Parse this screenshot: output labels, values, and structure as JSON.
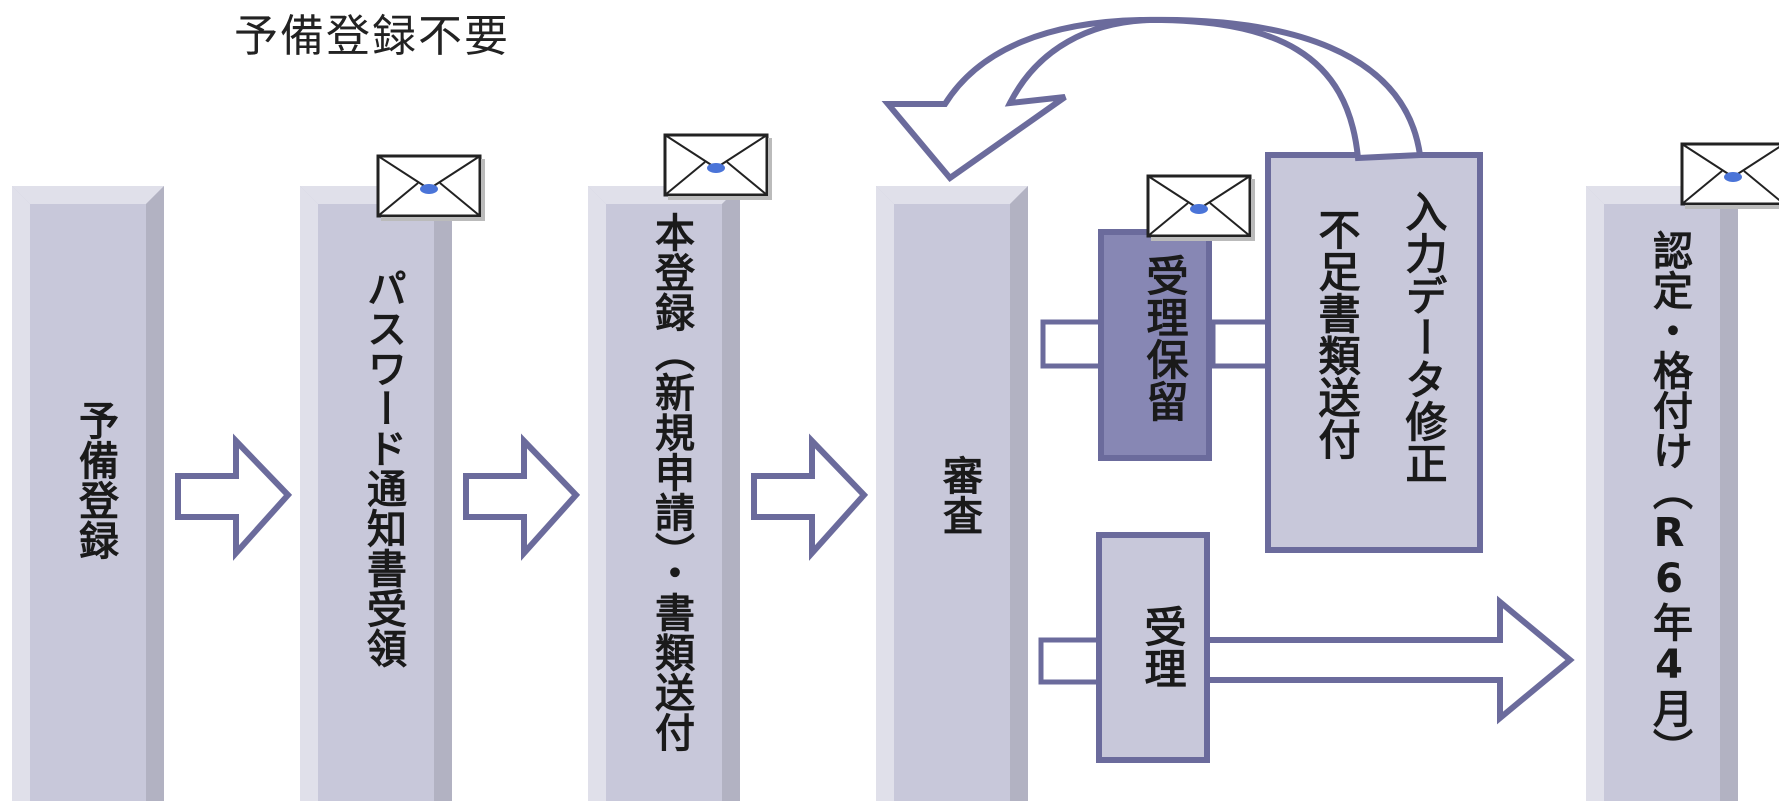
{
  "caption": "予備登録不要",
  "steps": {
    "pre_registration": "予備登録",
    "password_notice": "パスワード通知書受領",
    "main_registration": "本登録（新規申請）・書類送付",
    "review": "審査",
    "pending": "受理保留",
    "fix_data": "入力データ修正",
    "missing_docs": "不足書類送付",
    "accepted": "受理",
    "certification": "認定・格付け（R6年4月）"
  },
  "colors": {
    "column_fill": "#c8c8da",
    "column_light": "#e0e0ea",
    "column_dark": "#b2b2c2",
    "stroke": "#6b6b9c",
    "pending_fill": "#8787b4",
    "envelope_seal": "#4a74d8"
  },
  "icons": [
    "envelope-icon"
  ]
}
